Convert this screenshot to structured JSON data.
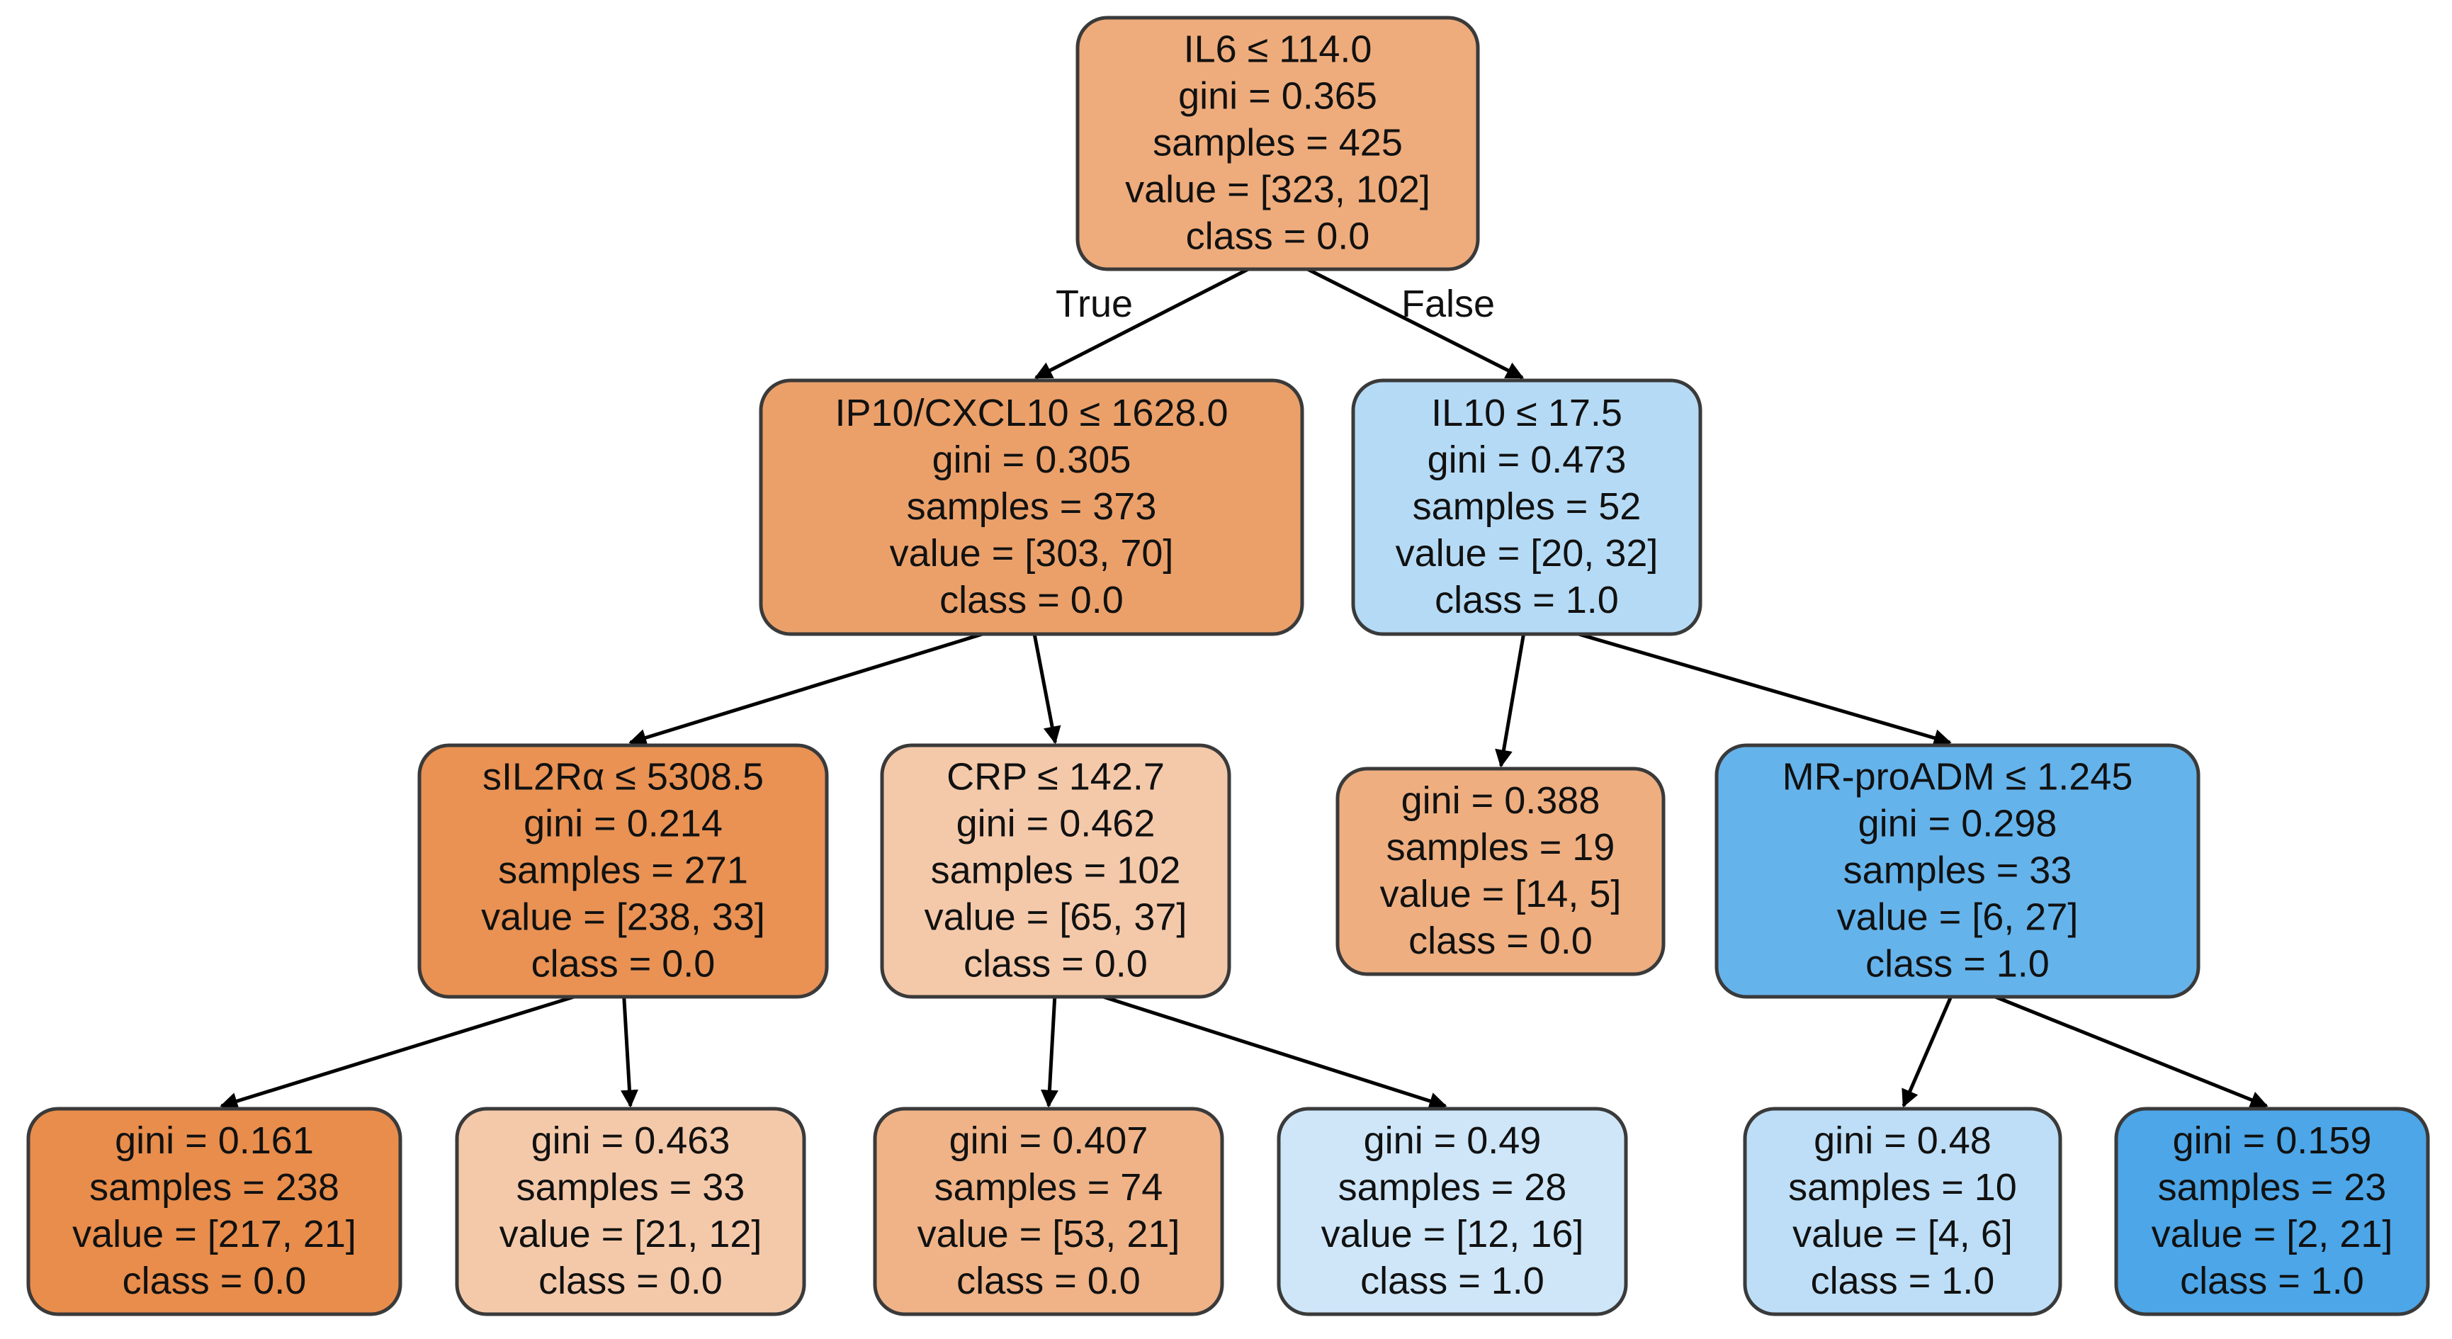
{
  "tree": {
    "edge_labels": {
      "true_label": "True",
      "false_label": "False"
    },
    "nodes": [
      {
        "id": "n0",
        "lines": [
          "IL6 ≤ 114.0",
          "gini = 0.365",
          "samples = 425",
          "value = [323, 102]",
          "class = 0.0"
        ],
        "fill": "#eeac7c"
      },
      {
        "id": "n1",
        "lines": [
          "IP10/CXCL10 ≤ 1628.0",
          "gini = 0.305",
          "samples = 373",
          "value = [303, 70]",
          "class = 0.0"
        ],
        "fill": "#eba06a"
      },
      {
        "id": "n2",
        "lines": [
          "IL10 ≤ 17.5",
          "gini = 0.473",
          "samples = 52",
          "value = [20, 32]",
          "class = 1.0"
        ],
        "fill": "#b5daf5"
      },
      {
        "id": "n3",
        "lines": [
          "sIL2Rα ≤ 5308.5",
          "gini = 0.214",
          "samples = 271",
          "value = [238, 33]",
          "class = 0.0"
        ],
        "fill": "#e99254"
      },
      {
        "id": "n4",
        "lines": [
          "CRP ≤ 142.7",
          "gini = 0.462",
          "samples = 102",
          "value = [65, 37]",
          "class = 0.0"
        ],
        "fill": "#f4c9aa"
      },
      {
        "id": "n5",
        "lines": [
          "gini = 0.388",
          "samples = 19",
          "value = [14, 5]",
          "class = 0.0"
        ],
        "fill": "#eeae80"
      },
      {
        "id": "n6",
        "lines": [
          "MR-proADM ≤ 1.245",
          "gini = 0.298",
          "samples = 33",
          "value = [6, 27]",
          "class = 1.0"
        ],
        "fill": "#65b3eb"
      },
      {
        "id": "n7",
        "lines": [
          "gini = 0.161",
          "samples = 238",
          "value = [217, 21]",
          "class = 0.0"
        ],
        "fill": "#e88d4c"
      },
      {
        "id": "n8",
        "lines": [
          "gini = 0.463",
          "samples = 33",
          "value = [21, 12]",
          "class = 0.0"
        ],
        "fill": "#f4c9aa"
      },
      {
        "id": "n9",
        "lines": [
          "gini = 0.407",
          "samples = 74",
          "value = [53, 21]",
          "class = 0.0"
        ],
        "fill": "#efb387"
      },
      {
        "id": "n10",
        "lines": [
          "gini = 0.49",
          "samples = 28",
          "value = [12, 16]",
          "class = 1.0"
        ],
        "fill": "#cee6f8"
      },
      {
        "id": "n11",
        "lines": [
          "gini = 0.48",
          "samples = 10",
          "value = [4, 6]",
          "class = 1.0"
        ],
        "fill": "#bddef6"
      },
      {
        "id": "n12",
        "lines": [
          "gini = 0.159",
          "samples = 23",
          "value = [2, 21]",
          "class = 1.0"
        ],
        "fill": "#4ca6e7"
      }
    ],
    "edges": [
      {
        "from": "n0",
        "to": "n1"
      },
      {
        "from": "n0",
        "to": "n2"
      },
      {
        "from": "n1",
        "to": "n3"
      },
      {
        "from": "n1",
        "to": "n4"
      },
      {
        "from": "n2",
        "to": "n5"
      },
      {
        "from": "n2",
        "to": "n6"
      },
      {
        "from": "n3",
        "to": "n7"
      },
      {
        "from": "n3",
        "to": "n8"
      },
      {
        "from": "n4",
        "to": "n9"
      },
      {
        "from": "n4",
        "to": "n10"
      },
      {
        "from": "n6",
        "to": "n11"
      },
      {
        "from": "n6",
        "to": "n12"
      }
    ]
  }
}
